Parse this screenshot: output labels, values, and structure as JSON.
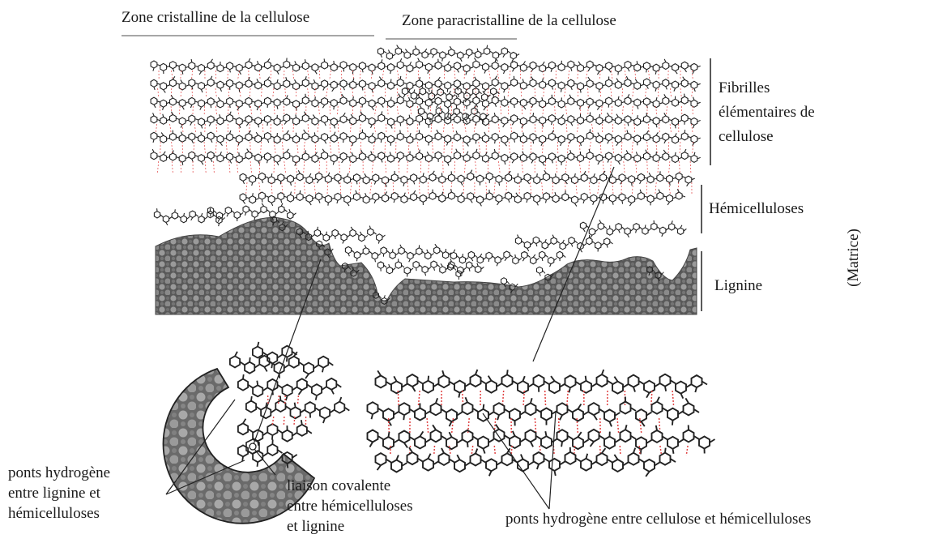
{
  "labels": {
    "zone_cristalline": "Zone cristalline de la cellulose",
    "zone_paracristalline": "Zone paracristalline de la cellulose",
    "fibrilles_1": "Fibrilles",
    "fibrilles_2": "élémentaires de",
    "fibrilles_3": "cellulose",
    "hemicelluloses": "Hémicelluloses",
    "lignine": "Lignine",
    "matrice": "(Matrice)",
    "ponts_lh_1": "ponts hydrogène",
    "ponts_lh_2": "entre lignine et",
    "ponts_lh_3": "hémicelluloses",
    "covalente_1": "liaison covalente",
    "covalente_2": "entre hémicelluloses",
    "covalente_3": "et lignine",
    "ponts_ch": "ponts hydrogène entre cellulose et hémicelluloses"
  },
  "colors": {
    "molecule": "#222222",
    "hydrogen_bond": "#e04040",
    "lignin": "#5a5a5a"
  }
}
